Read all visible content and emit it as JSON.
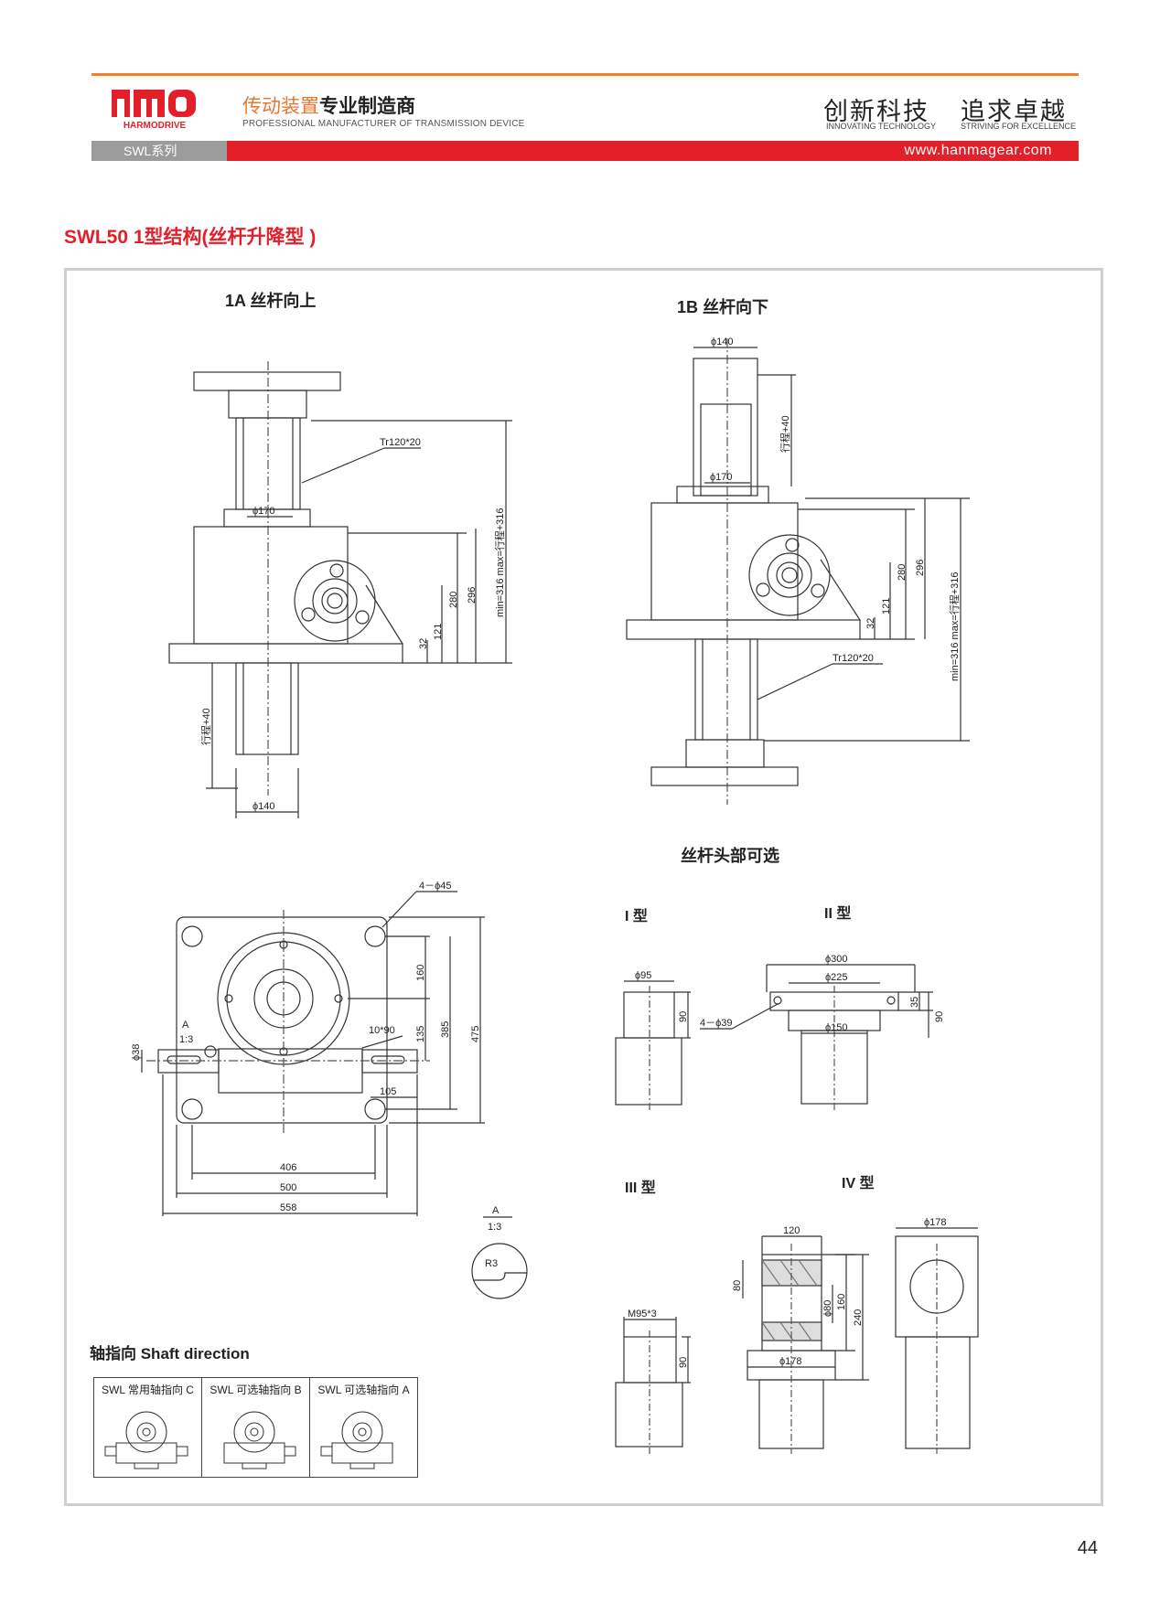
{
  "header": {
    "logo_text": "HMD",
    "logo_sub": "HARMODRIVE",
    "tagline_cn_a": "传动装置",
    "tagline_cn_b": "专业制造商",
    "tagline_en": "PROFESSIONAL MANUFACTURER OF TRANSMISSION DEVICE",
    "slogan1_cn": "创新科技",
    "slogan1_en": "INNOVATING TECHNOLOGY",
    "slogan2_cn": "追求卓越",
    "slogan2_en": "STRIVING FOR EXCELLENCE",
    "series_tab": "SWL系列",
    "website": "www.hanmagear.com"
  },
  "page_title": "SWL50 1型结构(丝杆升降型 )",
  "views": {
    "view_1a": "1A 丝杆向上",
    "view_1b": "1B 丝杆向下",
    "options_title": "丝杆头部可选",
    "type1": "I 型",
    "type2": "II 型",
    "type3": "III 型",
    "type4": "IV 型",
    "shaft_direction": "轴指向  Shaft direction"
  },
  "dims_1a": {
    "d170": "ϕ170",
    "tr": "Tr120*20",
    "d280": "280",
    "d296": "296",
    "d121": "121",
    "d32": "32",
    "minmax": "min=316 max=行程+316",
    "stroke": "行程+40",
    "d140": "ϕ140"
  },
  "dims_1b": {
    "d140": "ϕ140",
    "stroke": "行程+40",
    "d170": "ϕ170",
    "d280": "280",
    "d296": "296",
    "d121": "121",
    "d32": "32",
    "minmax": "min=316 max=行程+316",
    "tr": "Tr120*20"
  },
  "dims_plan": {
    "holes": "4－ϕ45",
    "d160": "160",
    "d135": "135",
    "d385": "385",
    "d475": "475",
    "key": "10*90",
    "d105": "105",
    "d38": "ϕ38",
    "a": "A",
    "scale": "1:3",
    "d406": "406",
    "d500": "500",
    "d558": "558",
    "detail_a": "A",
    "detail_scale": "1:3",
    "r3": "R3"
  },
  "dims_heads": {
    "t1_d95": "ϕ95",
    "t1_90": "90",
    "t2_d300": "ϕ300",
    "t2_d225": "ϕ225",
    "t2_35": "35",
    "t2_90": "90",
    "t2_holes": "4－ϕ39",
    "t2_d150": "ϕ150",
    "t3_m": "M95*3",
    "t3_90": "90",
    "t4_120": "120",
    "t4_80": "80",
    "t4_d80": "ϕ80",
    "t4_160": "160",
    "t4_240": "240",
    "t4_d178a": "ϕ178",
    "t4_d178b": "ϕ178"
  },
  "shaft_table": {
    "c": "SWL 常用轴指向 C",
    "b": "SWL 可选轴指向 B",
    "a": "SWL 可选轴指向 A"
  },
  "page_number": "44",
  "colors": {
    "accent_red": "#e3202a",
    "accent_orange": "#f0822a",
    "tab_grey": "#9b9b9b"
  }
}
